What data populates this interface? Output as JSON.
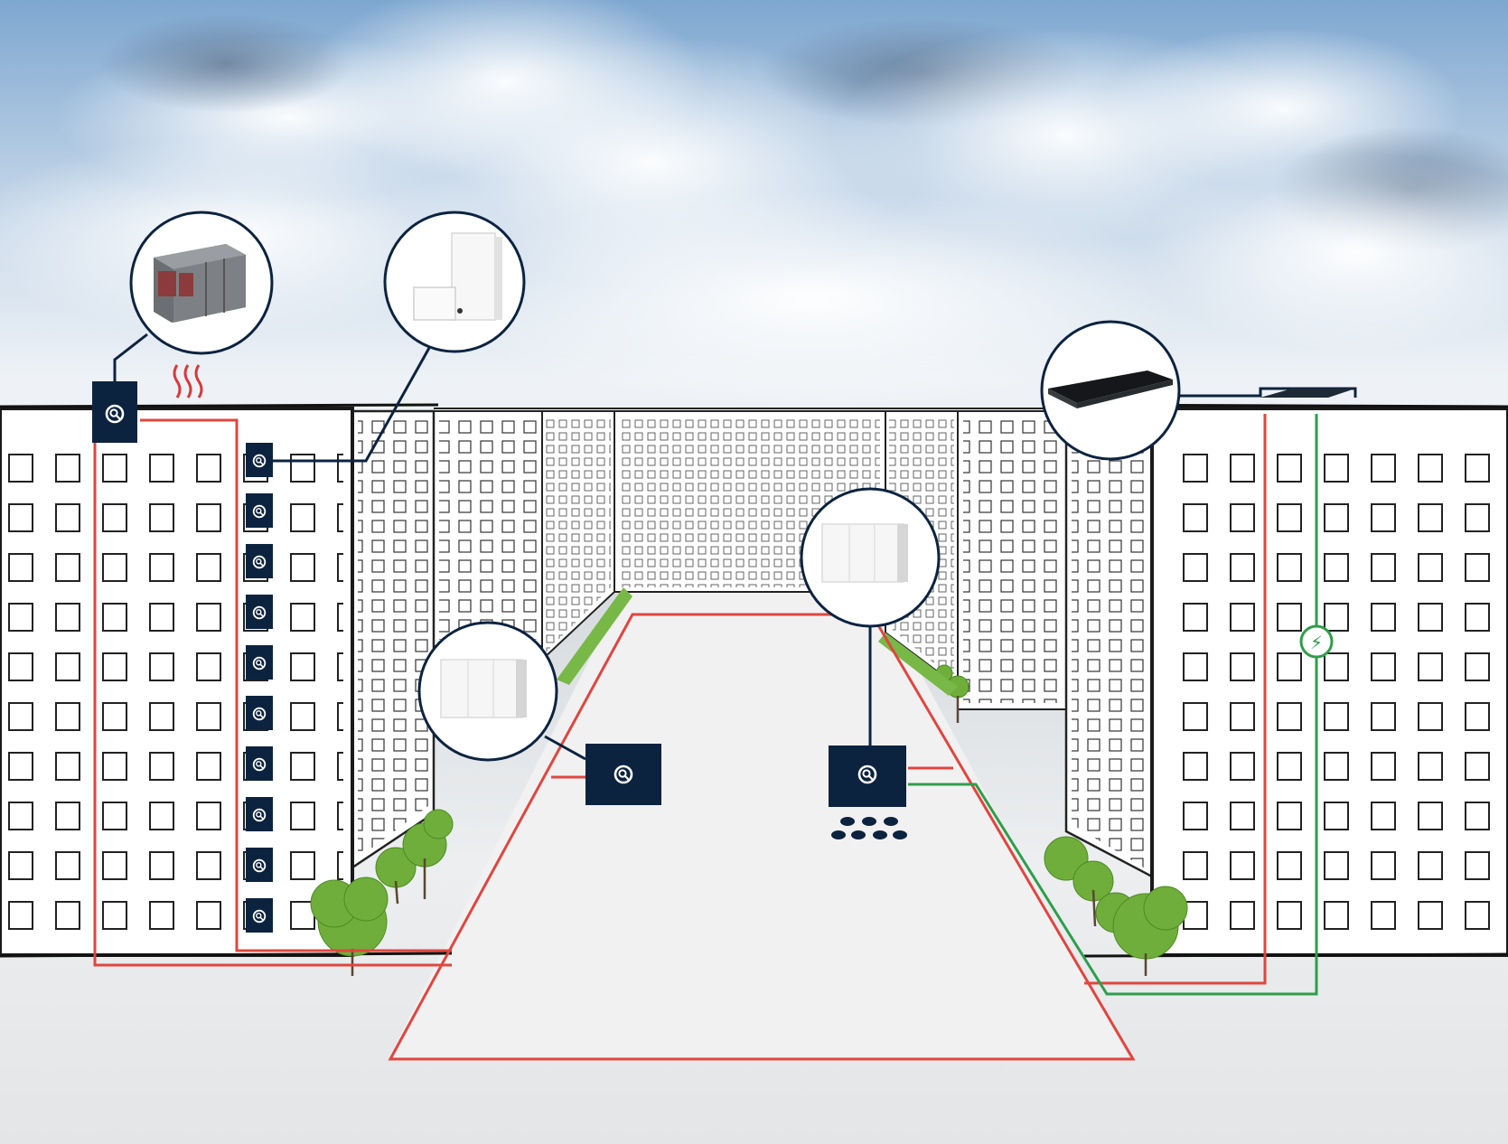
{
  "scene": {
    "description_visible_text": "",
    "colors": {
      "sky_top": "#7fa9d2",
      "sky_bottom": "#e9eef4",
      "ground": "#eceef0",
      "building_fill": "#ffffff",
      "building_outline": "#1a1a1a",
      "node_fill": "#0c2340",
      "node_icon": "#ffffff",
      "link_navy": "#0c2340",
      "pipe_red": "#e0463e",
      "pipe_green": "#2e9e4a",
      "heat_waves": "#d9393a",
      "tree_green": "#6fae3a"
    }
  },
  "callouts": [
    {
      "name": "ahu-unit",
      "icon": "air-handling-unit"
    },
    {
      "name": "indoor-unit-tall",
      "icon": "indoor-unit-with-box"
    },
    {
      "name": "solar-panel",
      "icon": "solar-panel"
    },
    {
      "name": "indoor-unit-center",
      "icon": "wall-unit"
    },
    {
      "name": "indoor-unit-left",
      "icon": "wall-unit"
    }
  ],
  "nodes": [
    {
      "name": "roof-controller-node",
      "icon": "search-icon"
    },
    {
      "name": "floor-controller-node-1",
      "icon": "search-icon"
    },
    {
      "name": "floor-controller-node-2",
      "icon": "search-icon"
    },
    {
      "name": "floor-controller-node-3",
      "icon": "search-icon"
    },
    {
      "name": "floor-controller-node-4",
      "icon": "search-icon"
    },
    {
      "name": "floor-controller-node-5",
      "icon": "search-icon"
    },
    {
      "name": "floor-controller-node-6",
      "icon": "search-icon"
    },
    {
      "name": "floor-controller-node-7",
      "icon": "search-icon"
    },
    {
      "name": "floor-controller-node-8",
      "icon": "search-icon"
    },
    {
      "name": "floor-controller-node-9",
      "icon": "search-icon"
    },
    {
      "name": "floor-controller-node-10",
      "icon": "search-icon"
    },
    {
      "name": "ground-controller-left",
      "icon": "search-icon"
    },
    {
      "name": "ground-controller-center",
      "icon": "search-icon"
    }
  ],
  "symbols": {
    "lightning": "⚡"
  }
}
